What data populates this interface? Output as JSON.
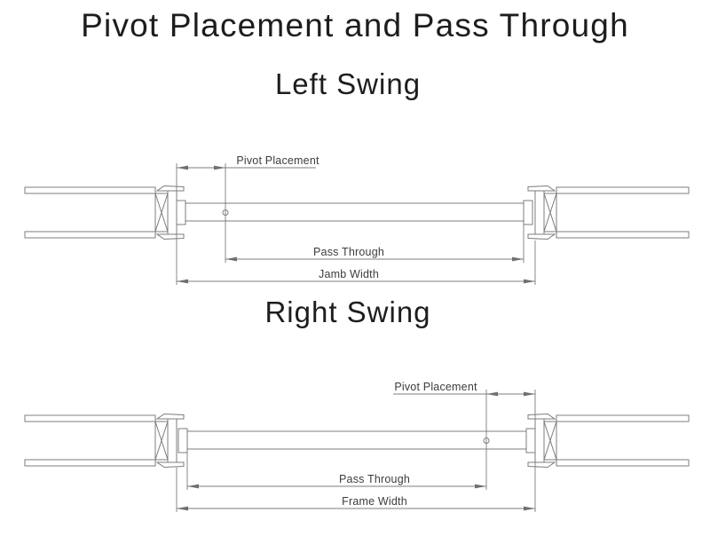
{
  "page": {
    "title": "Pivot Placement and Pass Through",
    "background": "#ffffff"
  },
  "colors": {
    "drawing_line": "#7c7c7c",
    "dimension_line": "#7c7c7c",
    "label_text": "#3c3c3c",
    "title_text": "#1d1d1d"
  },
  "diagrams": [
    {
      "id": "left-swing",
      "title": "Left Swing",
      "pivot_side": "left",
      "labels": {
        "pivot_placement": "Pivot Placement",
        "pass_through": "Pass Through",
        "width": "Jamb Width"
      }
    },
    {
      "id": "right-swing",
      "title": "Right Swing",
      "pivot_side": "right",
      "labels": {
        "pivot_placement": "Pivot Placement",
        "pass_through": "Pass Through",
        "width": "Frame Width"
      }
    }
  ]
}
